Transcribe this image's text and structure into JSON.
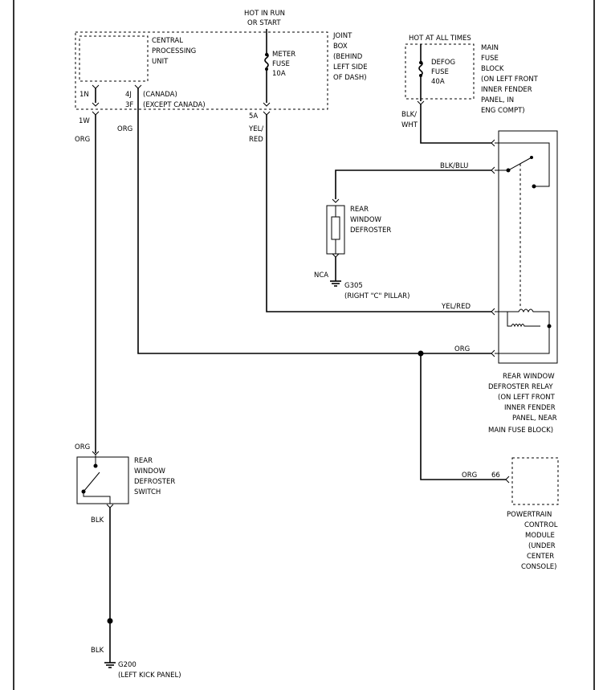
{
  "labels": {
    "hot_run_1": "HOT IN RUN",
    "hot_run_2": "OR START",
    "cpu_1": "CENTRAL",
    "cpu_2": "PROCESSING",
    "cpu_3": "UNIT",
    "jb_1": "JOINT",
    "jb_2": "BOX",
    "jb_3": "(BEHIND",
    "jb_4": "LEFT SIDE",
    "jb_5": "OF DASH)",
    "meter_1": "METER",
    "meter_2": "FUSE",
    "meter_3": "10A",
    "pin_1n": "1N",
    "pin_4j": "4J",
    "pin_3f": "3F",
    "canada": "(CANADA)",
    "except_canada": "(EXCEPT CANADA)",
    "pin_5a": "5A",
    "pin_1w": "1W",
    "org_left": "ORG",
    "org_mid": "ORG",
    "yel_1": "YEL/",
    "yel_2": "RED",
    "hot_all": "HOT AT ALL TIMES",
    "mfb_1": "MAIN",
    "mfb_2": "FUSE",
    "mfb_3": "BLOCK",
    "mfb_4": "(ON LEFT FRONT",
    "mfb_5": "INNER FENDER",
    "mfb_6": "PANEL, IN",
    "mfb_7": "ENG COMPT)",
    "defog_1": "DEFOG",
    "defog_2": "FUSE",
    "defog_3": "40A",
    "blkwht_1": "BLK/",
    "blkwht_2": "WHT",
    "blkblu": "BLK/BLU",
    "rwd_1": "REAR",
    "rwd_2": "WINDOW",
    "rwd_3": "DEFROSTER",
    "nca": "NCA",
    "g305": "G305",
    "g305_loc": "(RIGHT \"C\" PILLAR)",
    "yelred": "YEL/RED",
    "org_relay": "ORG",
    "relay_1": "REAR WINDOW",
    "relay_2": "DEFROSTER RELAY",
    "relay_3": "(ON LEFT FRONT",
    "relay_4": "INNER FENDER",
    "relay_5": "PANEL, NEAR",
    "relay_6": "MAIN FUSE BLOCK)",
    "org_sw": "ORG",
    "sw_1": "REAR",
    "sw_2": "WINDOW",
    "sw_3": "DEFROSTER",
    "sw_4": "SWITCH",
    "blk_1": "BLK",
    "blk_2": "BLK",
    "g200": "G200",
    "g200_loc": "(LEFT KICK PANEL)",
    "org_pcm": "ORG",
    "pin_66": "66",
    "pcm_1": "POWERTRAIN",
    "pcm_2": "CONTROL",
    "pcm_3": "MODULE",
    "pcm_4": "(UNDER",
    "pcm_5": "CENTER",
    "pcm_6": "CONSOLE)"
  }
}
